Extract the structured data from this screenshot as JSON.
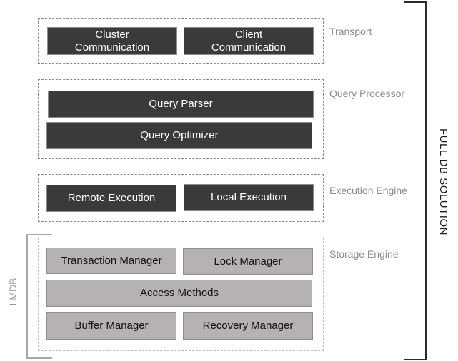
{
  "layers": {
    "transport": {
      "label": "Transport",
      "boxes": [
        "Cluster\nCommunication",
        "Client\nCommunication"
      ]
    },
    "query_processor": {
      "label": "Query Processor",
      "boxes": [
        "Query Parser",
        "Query Optimizer"
      ]
    },
    "execution_engine": {
      "label": "Execution Engine",
      "boxes": [
        "Remote Execution",
        "Local Execution"
      ]
    },
    "storage_engine": {
      "label": "Storage Engine",
      "boxes": [
        "Transaction Manager",
        "Lock Manager",
        "Access Methods",
        "Buffer Manager",
        "Recovery Manager"
      ]
    }
  },
  "brackets": {
    "full_db": "FULL DB SOLUTION",
    "lmdb": "LMDB"
  },
  "colors": {
    "dark_box": "#3a3a3a",
    "light_box": "#b5b2b1",
    "label_gray": "#8c8c8c"
  }
}
